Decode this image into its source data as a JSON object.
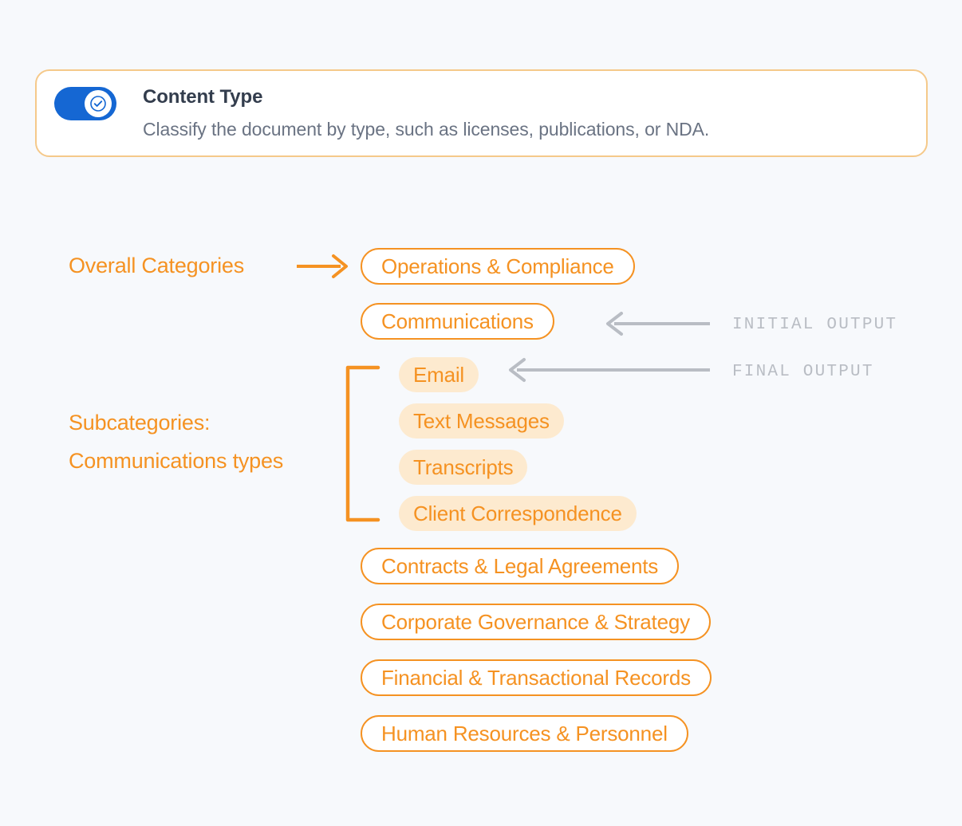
{
  "page": {
    "background_color": "#f7f9fc",
    "accent_orange": "#f59222",
    "chip_fill": "#fdeacf",
    "toggle_blue": "#1567d3",
    "annotation_gray": "#b9bdc4",
    "card_border": "#f5c98a"
  },
  "card": {
    "title": "Content Type",
    "description": "Classify the document by type, such as licenses, publications, or NDA.",
    "toggle": {
      "state": "on",
      "icon": "check-icon"
    }
  },
  "annotations": {
    "overall_categories": "Overall Categories",
    "subcategories_line1": "Subcategories:",
    "subcategories_line2": "Communications types",
    "initial_output": "INITIAL OUTPUT",
    "final_output": "FINAL OUTPUT"
  },
  "categories": [
    {
      "label": "Operations & Compliance",
      "style": "outlined"
    },
    {
      "label": "Communications",
      "style": "outlined"
    },
    {
      "label": "Contracts & Legal Agreements",
      "style": "outlined"
    },
    {
      "label": "Corporate Governance & Strategy",
      "style": "outlined"
    },
    {
      "label": "Financial & Transactional Records",
      "style": "outlined"
    },
    {
      "label": "Human Resources & Personnel",
      "style": "outlined"
    }
  ],
  "subcategories": [
    {
      "label": "Email",
      "style": "filled"
    },
    {
      "label": "Text Messages",
      "style": "filled"
    },
    {
      "label": "Transcripts",
      "style": "filled"
    },
    {
      "label": "Client Correspondence",
      "style": "filled"
    }
  ]
}
